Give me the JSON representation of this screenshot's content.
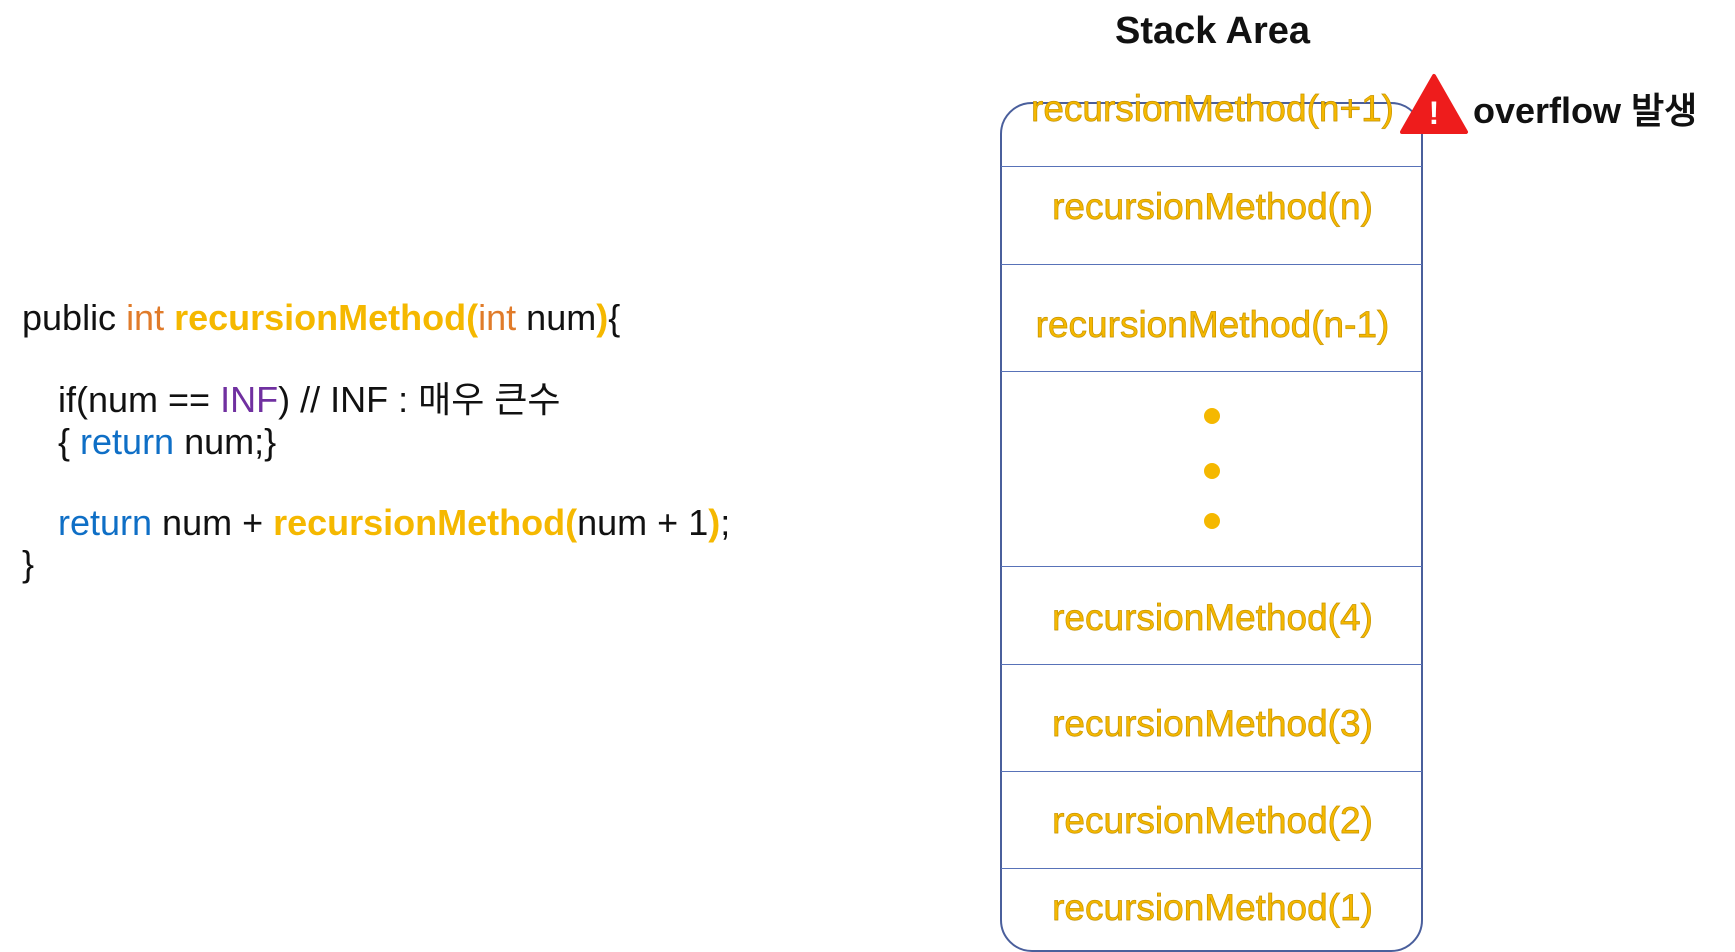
{
  "code": {
    "line1": {
      "public": "public ",
      "int1": "int",
      "space1": " ",
      "fn": "recursionMethod",
      "open": "(",
      "int2": "int",
      "param": " num",
      "close": ")",
      "brace": "{"
    },
    "line2": {
      "if_open": "if(num == ",
      "inf": "INF",
      "rest": ") // INF : 매우 큰수"
    },
    "line3": {
      "open": "{ ",
      "ret": "return",
      "rest": " num;}"
    },
    "line4": {
      "ret": "return",
      "mid": " num + ",
      "fn": "recursionMethod",
      "open": "(",
      "arg": "num + 1",
      "close": ")",
      "semi": ";"
    },
    "line5": {
      "brace": "}"
    }
  },
  "stack": {
    "title": "Stack Area",
    "frames": [
      "recursionMethod(n+1)",
      "recursionMethod(n)",
      "recursionMethod(n-1)",
      "recursionMethod(4)",
      "recursionMethod(3)",
      "recursionMethod(2)",
      "recursionMethod(1)"
    ],
    "warning_label": "overflow 발생",
    "warning_symbol": "!"
  },
  "colors": {
    "fn_yellow": "#f5b800",
    "keyword_orange": "#e07b2a",
    "keyword_blue": "#0f6fc6",
    "keyword_purple": "#7030a0",
    "box_border": "#4a5f9c",
    "warning_red": "#ee1c1c"
  }
}
